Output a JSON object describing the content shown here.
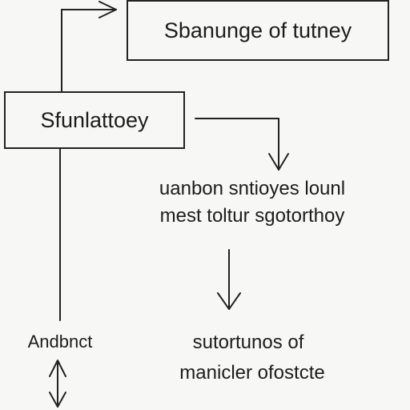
{
  "diagram": {
    "top_box": {
      "text": "Sbanunge of tutney"
    },
    "left_box": {
      "text": "Sfunlattoey"
    },
    "middle_text": {
      "line1": "uanbon sntioyes lounl",
      "line2": "mest toltur sgotorthoy"
    },
    "bottom_left_text": "Andbnct",
    "bottom_right_text": {
      "line1": "sutortunos of",
      "line2": "manicler ofostcte"
    }
  },
  "colors": {
    "background": "#f7f7f5",
    "ink": "#1c1c1c"
  }
}
